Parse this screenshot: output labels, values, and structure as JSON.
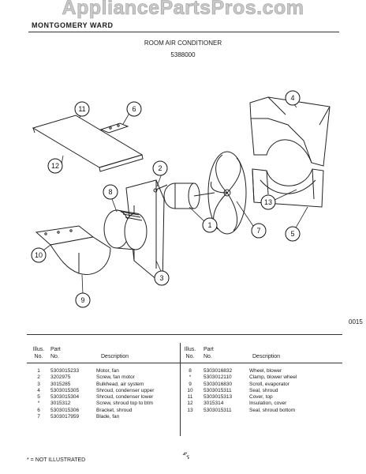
{
  "watermark": "AppliancePartsPros.com",
  "brand": "MONTGOMERY WARD",
  "title": "ROOM AIR CONDITIONER",
  "model": "5388000",
  "figure_number": "0015",
  "callouts": [
    "1",
    "2",
    "3",
    "4",
    "5",
    "6",
    "7",
    "8",
    "9",
    "10",
    "11",
    "12",
    "13"
  ],
  "table": {
    "headers": {
      "illus_line1": "Illus.",
      "illus_line2": "No.",
      "part_line1": "Part",
      "part_line2": "No.",
      "description": "Description"
    },
    "left_rows": [
      {
        "no": "1",
        "part": "5303015233",
        "desc": "Motor, fan"
      },
      {
        "no": "2",
        "part": "3202975",
        "desc": "Screw, fan motor"
      },
      {
        "no": "3",
        "part": "3015285",
        "desc": "Bulkhead, air system"
      },
      {
        "no": "4",
        "part": "5303015305",
        "desc": "Shroud, condenser upper"
      },
      {
        "no": "5",
        "part": "5303015304",
        "desc": "Shroud, condenser lower"
      },
      {
        "no": "*",
        "part": "3015312",
        "desc": "Screw, shroud top to btm"
      },
      {
        "no": "6",
        "part": "5303015306",
        "desc": "Bracket, shroud"
      },
      {
        "no": "7",
        "part": "5303017959",
        "desc": "Blade, fan"
      }
    ],
    "right_rows": [
      {
        "no": "8",
        "part": "5303016832",
        "desc": "Wheel, blower"
      },
      {
        "no": "*",
        "part": "5303012110",
        "desc": "Clamp, blower wheel"
      },
      {
        "no": "9",
        "part": "5303016830",
        "desc": "Scroll, evaporator"
      },
      {
        "no": "10",
        "part": "5303015311",
        "desc": "Seal, shroud"
      },
      {
        "no": "11",
        "part": "5303015313",
        "desc": "Cover, top"
      },
      {
        "no": "12",
        "part": "3015314",
        "desc": "Insulation, cover"
      },
      {
        "no": "13",
        "part": "5303015311",
        "desc": "Seal, shroud bottom"
      }
    ]
  },
  "footnote": "* = NOT ILLUSTRATED",
  "bottom_mark": "ิ๊ร"
}
